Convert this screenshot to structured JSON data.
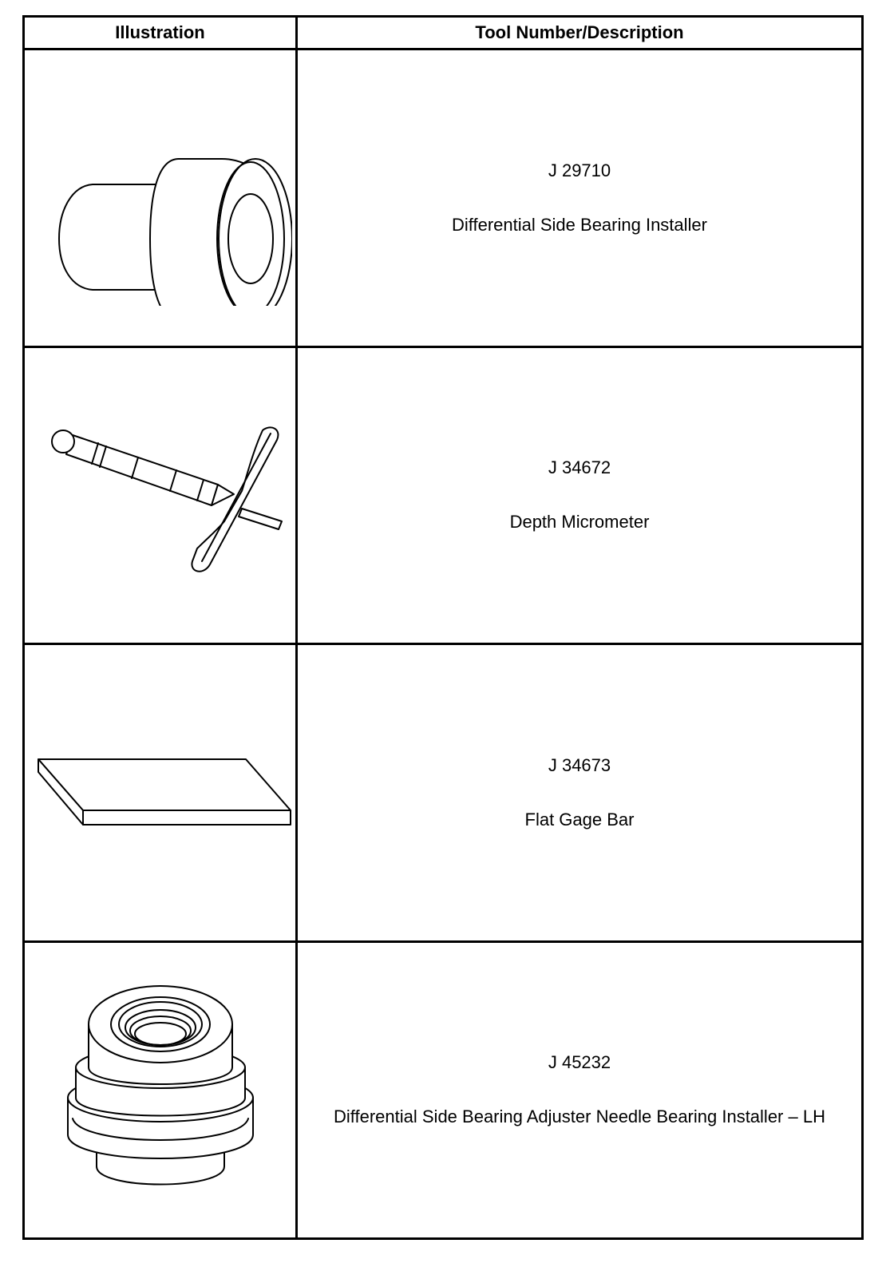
{
  "table": {
    "headers": {
      "illustration": "Illustration",
      "tool": "Tool Number/Description"
    },
    "rows": [
      {
        "tool_number": "J 29710",
        "description": "Differential Side Bearing Installer",
        "icon": "bearing-installer-icon"
      },
      {
        "tool_number": "J 34672",
        "description": "Depth Micrometer",
        "icon": "depth-micrometer-icon"
      },
      {
        "tool_number": "J 34673",
        "description": "Flat Gage Bar",
        "icon": "flat-gage-bar-icon"
      },
      {
        "tool_number": "J 45232",
        "description": "Differential Side Bearing Adjuster Needle Bearing Installer – LH",
        "icon": "needle-bearing-installer-icon"
      }
    ]
  }
}
